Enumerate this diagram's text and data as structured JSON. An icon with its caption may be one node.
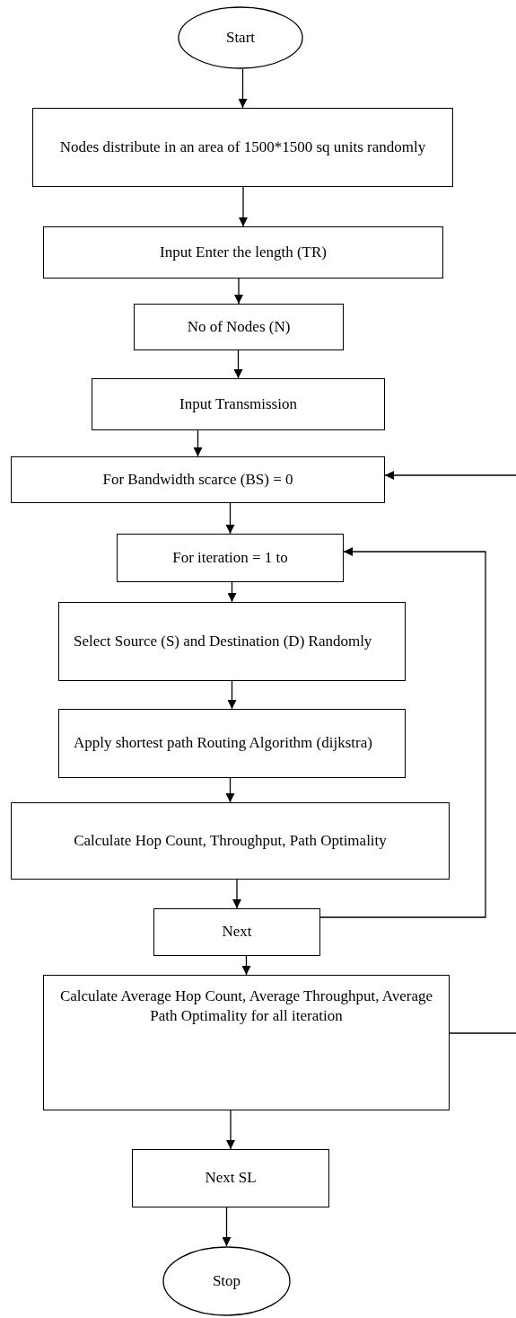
{
  "diagram": {
    "nodes": [
      {
        "text": [
          "Start"
        ]
      },
      {
        "text": [
          "Nodes distribute in an area of 1500*1500 sq units randomly"
        ]
      },
      {
        "text": [
          "Input Enter the length (TR)"
        ]
      },
      {
        "text": [
          "No of Nodes (N)"
        ]
      },
      {
        "text": [
          "Input Transmission"
        ]
      },
      {
        "text": [
          "For Bandwidth scarce (BS) = 0"
        ]
      },
      {
        "text": [
          "For iteration = 1 to"
        ]
      },
      {
        "text": [
          "Select Source (S) and Destination (D) Randomly"
        ]
      },
      {
        "text": [
          "Apply shortest path Routing Algorithm (dijkstra)"
        ]
      },
      {
        "text": [
          "Calculate Hop Count, Throughput, Path Optimality"
        ]
      },
      {
        "text": [
          "Next"
        ]
      },
      {
        "text": [
          "Calculate Average Hop Count, Average Throughput, Average Path Optimality for all iteration"
        ]
      },
      {
        "text": [
          "Next SL"
        ]
      },
      {
        "text": [
          "Stop"
        ]
      }
    ],
    "edges": [
      {
        "from": 0,
        "to": 1,
        "arrow": "to"
      },
      {
        "from": 1,
        "to": 2,
        "arrow": "to"
      },
      {
        "from": 2,
        "to": 3,
        "arrow": "to"
      },
      {
        "from": 3,
        "to": 4,
        "arrow": "to"
      },
      {
        "from": 4,
        "to": 5,
        "arrow": "to"
      },
      {
        "from": 5,
        "to": 6,
        "arrow": "to"
      },
      {
        "from": 6,
        "to": 7,
        "arrow": "to"
      },
      {
        "from": 7,
        "to": 8,
        "arrow": "to"
      },
      {
        "from": 8,
        "to": 9,
        "arrow": "to"
      },
      {
        "from": 9,
        "to": 10,
        "arrow": "to"
      },
      {
        "from": 10,
        "to": 6,
        "arrow": "to"
      },
      {
        "from": 10,
        "to": 11,
        "arrow": "to"
      },
      {
        "from": 11,
        "to": 12,
        "arrow": "to"
      },
      {
        "from": 12,
        "to": 13,
        "arrow": "to"
      },
      {
        "from": 11,
        "to": null,
        "arrow": "none"
      },
      {
        "from": null,
        "to": 5,
        "arrow": "to"
      }
    ]
  }
}
